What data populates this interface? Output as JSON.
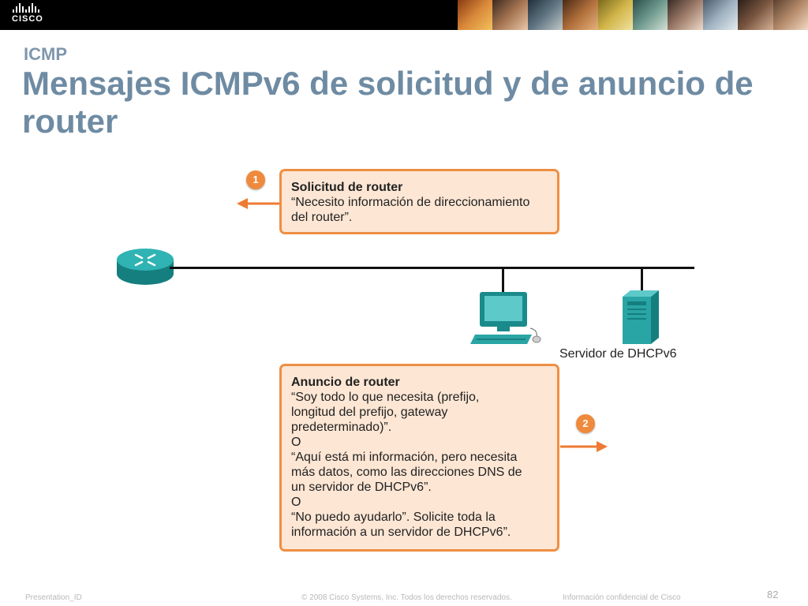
{
  "header": {
    "brand": "CISCO"
  },
  "slide": {
    "kicker": "ICMP",
    "title": "Mensajes ICMPv6 de solicitud y de anuncio de router"
  },
  "diagram": {
    "step1": {
      "badge": "1",
      "heading": "Solicitud de router",
      "lines": [
        "“Necesito información de direccionamiento",
        "del router”."
      ]
    },
    "step2": {
      "badge": "2",
      "heading": "Anuncio de router",
      "lines": [
        "“Soy todo lo que necesita (prefijo,",
        "longitud del prefijo, gateway",
        "predeterminado)”.",
        "O",
        "“Aquí está mi información, pero necesita",
        "más datos, como las direcciones DNS de",
        "un servidor de DHCPv6”.",
        "O",
        "“No puedo ayudarlo”. Solicite toda la",
        "información a un servidor de DHCPv6”."
      ]
    },
    "server_label": "Servidor de DHCPv6",
    "colors": {
      "callout_fill": "#fde6d4",
      "callout_border": "#ef8f43",
      "arrow": "#ee7a33",
      "device_teal": "#2aa5a5",
      "title": "#6e8ba3"
    }
  },
  "footer": {
    "left": "Presentation_ID",
    "center": "© 2008 Cisco Systems, Inc. Todos los derechos reservados.",
    "right": "Información confidencial de Cisco",
    "page": "82"
  }
}
